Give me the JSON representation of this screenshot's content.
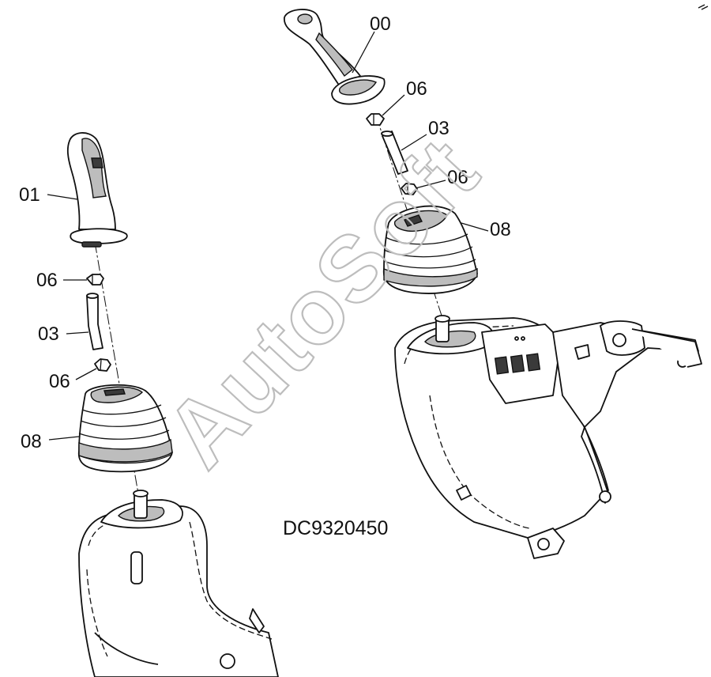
{
  "diagram": {
    "drawing_code": "DC9320450",
    "watermark": "AutoSoft",
    "callouts": {
      "right_handle": "00",
      "right_nut_upper": "06",
      "right_rod": "03",
      "right_nut_lower": "06",
      "right_boot": "08",
      "left_handle": "01",
      "left_nut_upper": "06",
      "left_rod": "03",
      "left_nut_lower": "06",
      "left_boot": "08"
    }
  }
}
